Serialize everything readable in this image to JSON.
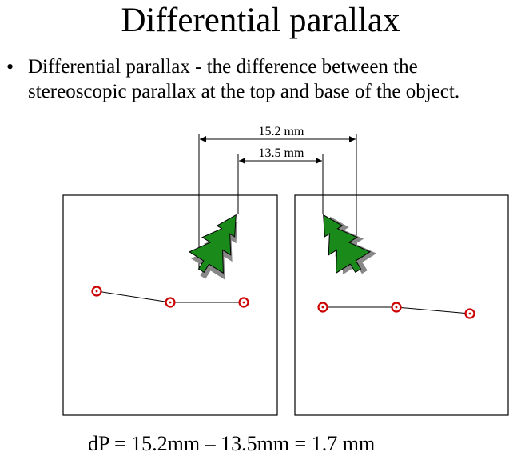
{
  "title": "Differential parallax",
  "bullet": {
    "marker": "•",
    "text": "Differential parallax - the difference between the stereoscopic parallax at the top and base of the object."
  },
  "dimensions": {
    "outer_label": "15.2 mm",
    "inner_label": "13.5 mm"
  },
  "formula": "dP = 15.2mm – 13.5mm = 1.7 mm",
  "colors": {
    "tree_fill": "#1a8a1a",
    "tree_shadow": "#888888",
    "point_stroke": "#cc0000",
    "line": "#000000"
  }
}
